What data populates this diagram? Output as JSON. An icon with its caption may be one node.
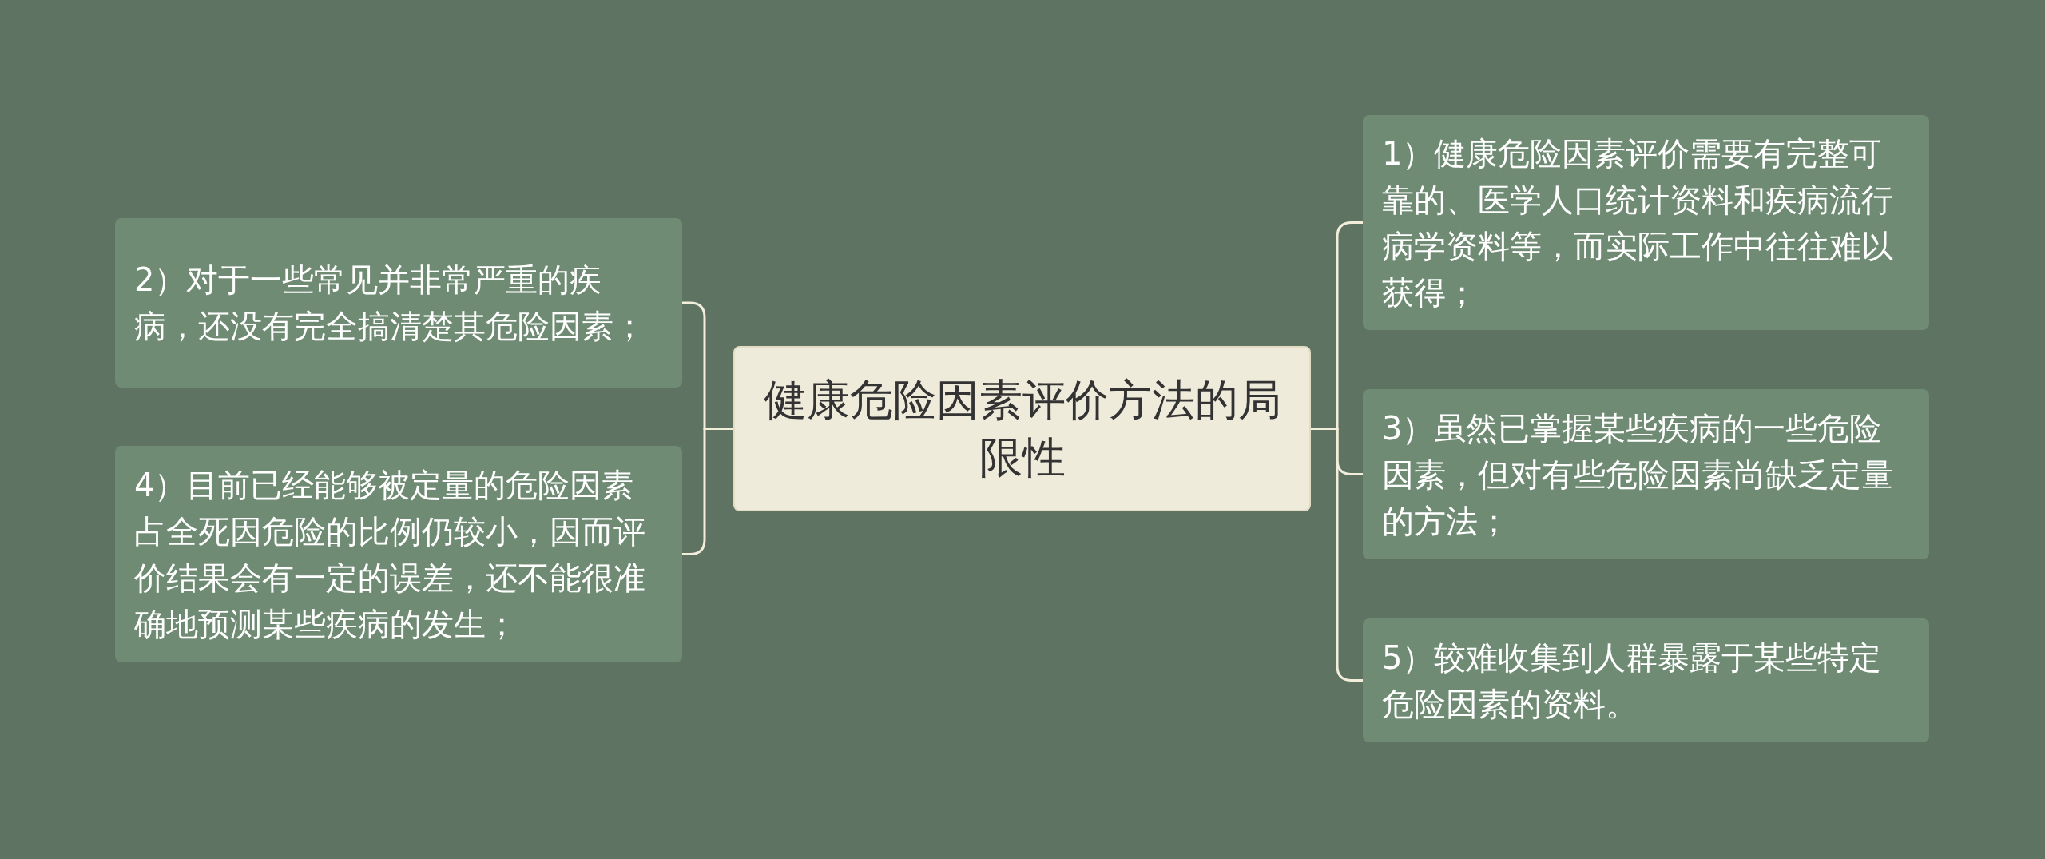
{
  "diagram": {
    "nodes": [
      {
        "text": [
          "健康危险因素评价方法的局限性"
        ]
      },
      {
        "text": [
          "1）健康危险因素评价需要有完整可靠的、医学人口统计资料和疾病流行病学资料等，而实际工作中往往难以获得；"
        ]
      },
      {
        "text": [
          "2）对于一些常见并非常严重的疾病，还没有完全搞清楚其危险因素；"
        ]
      },
      {
        "text": [
          "3）虽然已掌握某些疾病的一些危险因素，但对有些危险因素尚缺乏定量的方法；"
        ]
      },
      {
        "text": [
          "4）目前已经能够被定量的危险因素占全死因危险的比例仍较小，因而评价结果会有一定的误差，还不能很准确地预测某些疾病的发生；"
        ]
      },
      {
        "text": [
          "5）较难收集到人群暴露于某些特定危险因素的资料。"
        ]
      }
    ],
    "edges": [
      {
        "from": 0,
        "to": 1,
        "arrow": "none"
      },
      {
        "from": 0,
        "to": 2,
        "arrow": "none"
      },
      {
        "from": 0,
        "to": 3,
        "arrow": "none"
      },
      {
        "from": 0,
        "to": 4,
        "arrow": "none"
      },
      {
        "from": 0,
        "to": 5,
        "arrow": "none"
      }
    ]
  }
}
